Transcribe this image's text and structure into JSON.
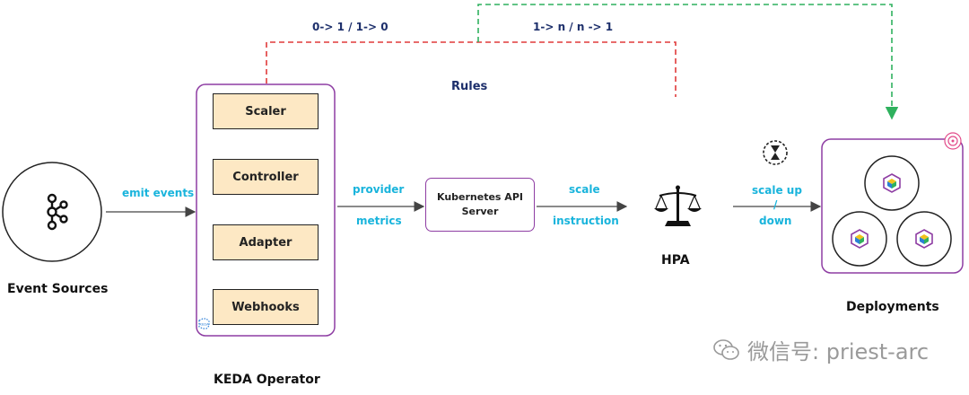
{
  "sources": {
    "label": "Event Sources"
  },
  "operator": {
    "label": "KEDA Operator",
    "components": [
      "Scaler",
      "Controller",
      "Adapter",
      "Webhooks"
    ],
    "badge": "KEDA"
  },
  "api_server": {
    "line1": "Kubernetes API",
    "line2": "Server"
  },
  "hpa": {
    "label": "HPA"
  },
  "deployments": {
    "label": "Deployments"
  },
  "edges": {
    "emit": "emit events",
    "provider": "provider",
    "metrics": "metrics",
    "scale": "scale",
    "instruction": "instruction",
    "scale_up": "scale up",
    "slash": "/",
    "down": "down"
  },
  "rules": {
    "label": "Rules",
    "keda_range": "0-> 1 / 1-> 0",
    "hpa_range": "1-> n / n -> 1"
  },
  "watermark": {
    "text": "微信号: priest-arc"
  },
  "colors": {
    "purple": "#8e3da3",
    "component_fill": "#fde8c4",
    "cyan_text": "#19b4dc",
    "navy_text": "#1d2f6b",
    "red_dash": "#e03a3a",
    "green_dash": "#2fb15e"
  }
}
